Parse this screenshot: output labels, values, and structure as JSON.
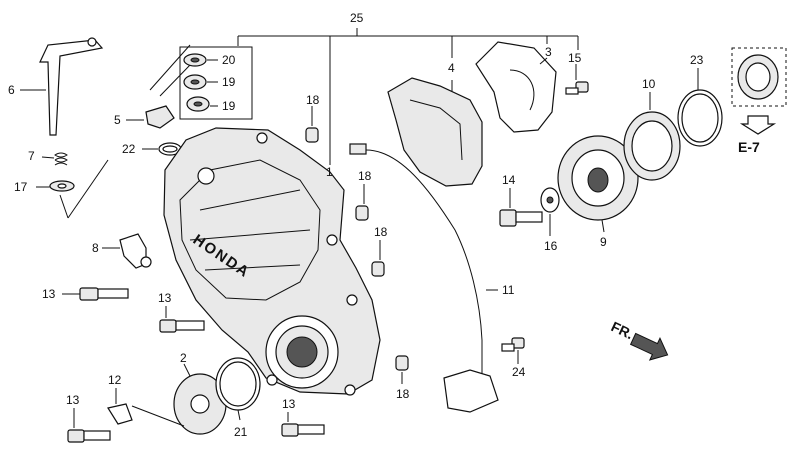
{
  "brand_text": "HONDA",
  "fr_label": "FR.",
  "ref_label": "E-7",
  "callouts": {
    "c1": "1",
    "c2": "2",
    "c3": "3",
    "c4": "4",
    "c5": "5",
    "c6": "6",
    "c7": "7",
    "c8": "8",
    "c9": "9",
    "c10": "10",
    "c11": "11",
    "c12": "12",
    "c13a": "13",
    "c13b": "13",
    "c13c": "13",
    "c13d": "13",
    "c14": "14",
    "c15": "15",
    "c16": "16",
    "c17": "17",
    "c18a": "18",
    "c18b": "18",
    "c18c": "18",
    "c18d": "18",
    "c19a": "19",
    "c19b": "19",
    "c20": "20",
    "c21": "21",
    "c22": "22",
    "c23": "23",
    "c24": "24",
    "c25": "25"
  }
}
